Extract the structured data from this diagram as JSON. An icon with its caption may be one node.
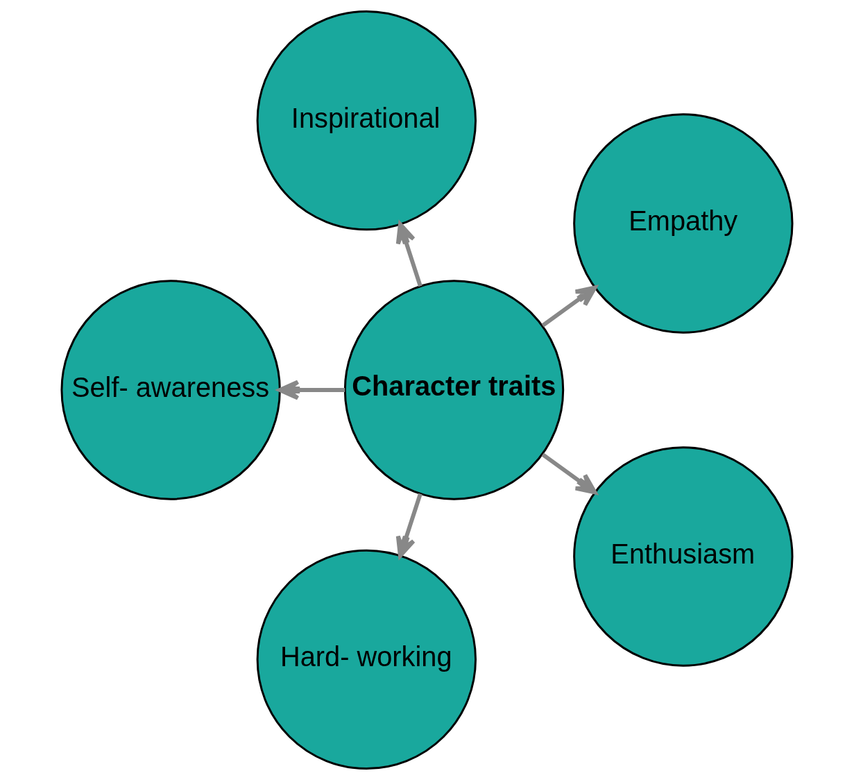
{
  "diagram": {
    "nodes": [
      {
        "text": [
          "Empathy"
        ]
      },
      {
        "text": [
          "Inspirational"
        ]
      },
      {
        "text": [
          "Self- awareness"
        ]
      },
      {
        "text": [
          "Character traits"
        ]
      },
      {
        "text": [
          "Hard- working"
        ]
      },
      {
        "text": [
          "Enthusiasm"
        ]
      }
    ],
    "edges": [
      {
        "from": 3,
        "to": 0,
        "arrow": "to"
      },
      {
        "from": 3,
        "to": 1,
        "arrow": "to"
      },
      {
        "from": 3,
        "to": 2,
        "arrow": "to"
      },
      {
        "from": 3,
        "to": 4,
        "arrow": "to"
      },
      {
        "from": 3,
        "to": 5,
        "arrow": "to"
      }
    ]
  }
}
